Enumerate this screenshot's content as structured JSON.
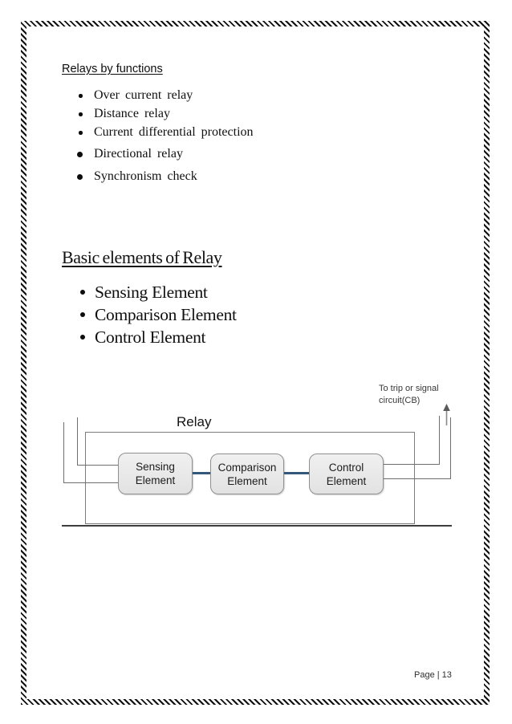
{
  "colors": {
    "connector_blue": "#35587a",
    "diagram_line_gray": "#6f6f6f",
    "box_fill": "#e9e9e9",
    "box_border": "#8f8f8f",
    "stripe_border": "#101010"
  },
  "sections": {
    "relay_functions": {
      "heading": "Relays by functions",
      "items": [
        "Over current relay",
        "Distance relay",
        "Current differential protection",
        "Directional relay",
        "Synchronism check"
      ]
    },
    "basic_elements": {
      "heading": "Basic elements of Relay",
      "items": [
        "Sensing Element",
        "Comparison Element",
        "Control Element"
      ]
    }
  },
  "diagram": {
    "title": "Relay",
    "annotation_line1": "To trip or signal",
    "annotation_line2": "circuit(CB)",
    "boxes": [
      {
        "line1": "Sensing",
        "line2": "Element"
      },
      {
        "line1": "Comparison",
        "line2": "Element"
      },
      {
        "line1": "Control",
        "line2": "Element"
      }
    ]
  },
  "footer": {
    "page_label": "Page | 13"
  }
}
